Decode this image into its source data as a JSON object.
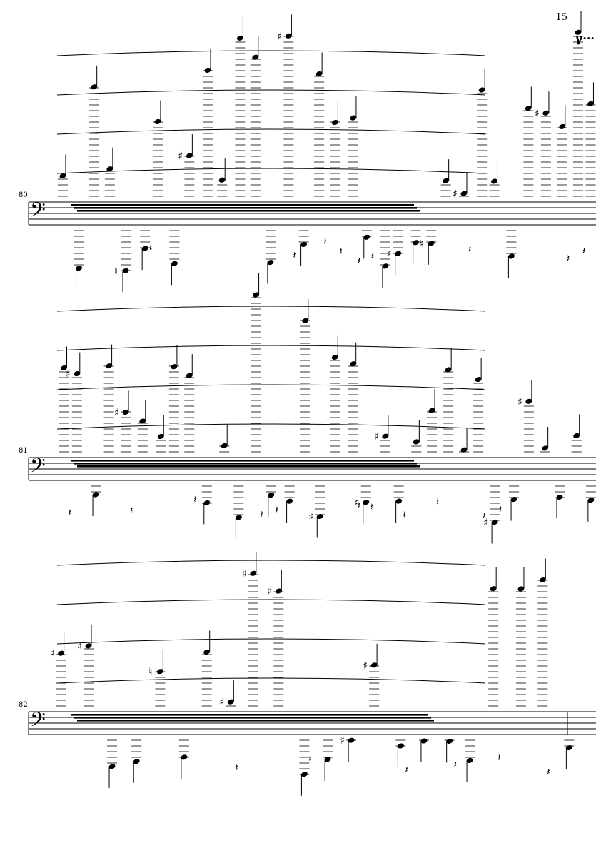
{
  "page": {
    "number": "15",
    "corner_mark": "γ···"
  },
  "systems": [
    {
      "measure": "80",
      "clef": "bass"
    },
    {
      "measure": "81",
      "clef": "bass"
    },
    {
      "measure": "82",
      "clef": "bass"
    }
  ],
  "symbols": {
    "sharp": "♯",
    "natural": "♮",
    "rest": "𝄽",
    "bass_clef": "𝄢"
  },
  "colors": {
    "ink": "#000000",
    "paper": "#ffffff"
  }
}
